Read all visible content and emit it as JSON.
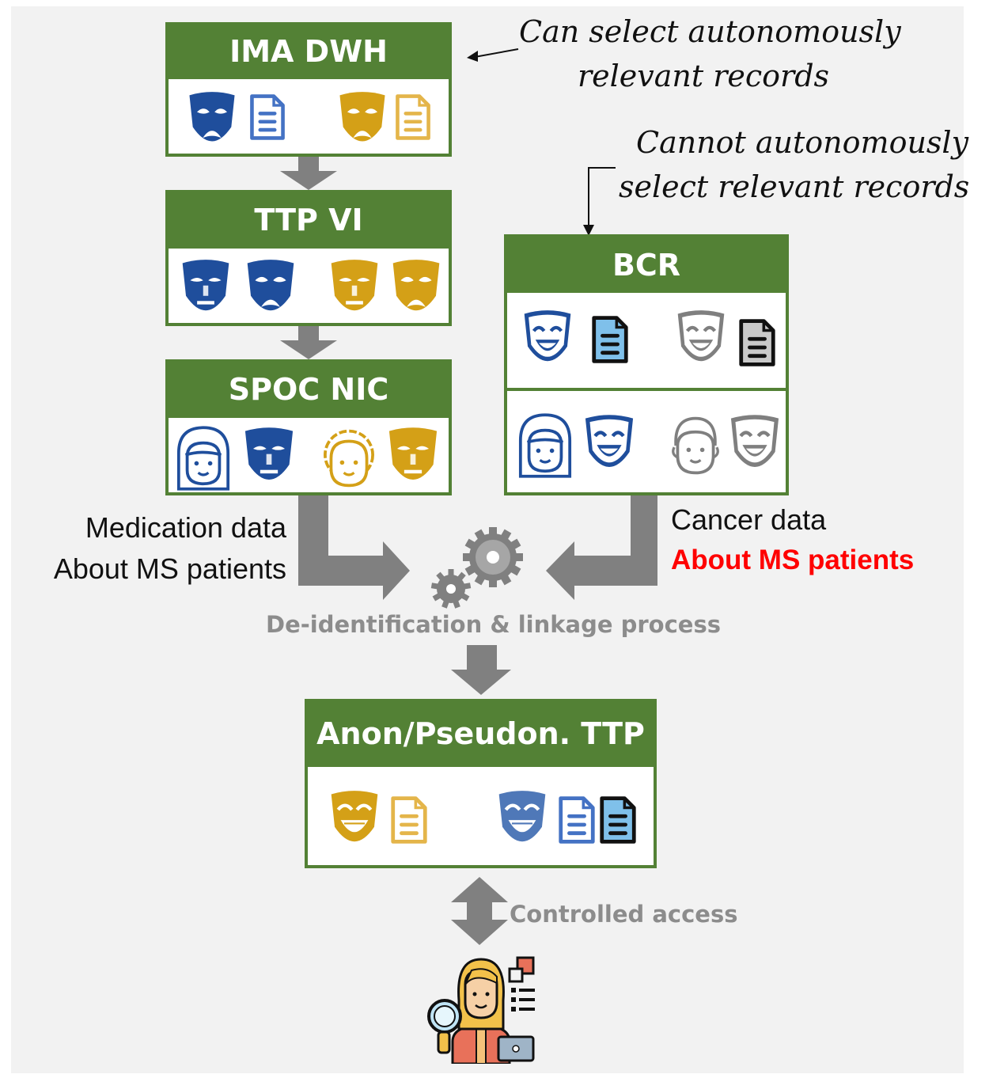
{
  "boxes": {
    "ima_dwh": {
      "title": "IMA DWH"
    },
    "ttp_vi": {
      "title": "TTP VI"
    },
    "spoc_nic": {
      "title": "SPOC NIC"
    },
    "bcr": {
      "title": "BCR"
    },
    "anon_ttp": {
      "title": "Anon/Pseudon. TTP"
    }
  },
  "annotations": {
    "can_select_line1": "Can select autonomously",
    "can_select_line2": "relevant records",
    "cannot_select_line1": "Cannot autonomously",
    "cannot_select_line2": "select relevant records"
  },
  "flows": {
    "medication_line1": "Medication data",
    "medication_line2": "About MS patients",
    "cancer_line1": "Cancer data",
    "cancer_line2": "About MS patients",
    "process_label": "De-identification & linkage process",
    "access_label": "Controlled access"
  },
  "colors": {
    "box_green": "#538135",
    "blue_mask": "#1f4e9c",
    "gold_mask": "#d4a017",
    "gray_mask": "#7f7f7f",
    "light_blue_doc": "#7fc0ea",
    "red_highlight": "#ff0000",
    "arrow_gray": "#808080"
  }
}
